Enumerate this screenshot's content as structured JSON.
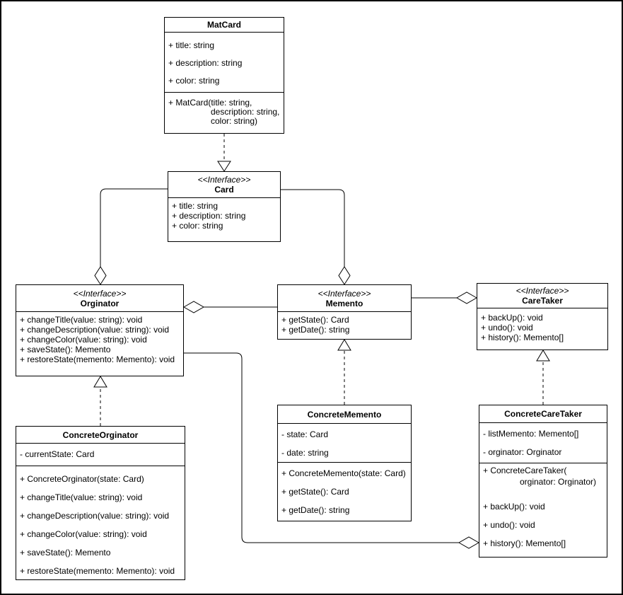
{
  "diagram": {
    "kind": "uml-class-diagram",
    "pattern": "Memento",
    "colors": {
      "stroke": "#000000",
      "fill": "#ffffff",
      "text": "#000000"
    },
    "classes": {
      "matcard": {
        "name": "MatCard",
        "attributes": [
          "+ title: string",
          "+ description: string",
          "+ color: string"
        ],
        "methods": [
          "+ MatCard(title: string,",
          "description: string,",
          "color: string)"
        ]
      },
      "card": {
        "stereotype": "<<Interface>>",
        "name": "Card",
        "attributes": [
          "+ title: string",
          "+ description: string",
          "+ color: string"
        ]
      },
      "orginator": {
        "stereotype": "<<Interface>>",
        "name": "Orginator",
        "methods": [
          "+ changeTitle(value: string): void",
          "+ changeDescription(value: string): void",
          "+ changeColor(value: string): void",
          "+ saveState(): Memento",
          "+ restoreState(memento: Memento): void"
        ]
      },
      "memento": {
        "stereotype": "<<Interface>>",
        "name": "Memento",
        "methods": [
          "+ getState(): Card",
          "+ getDate(): string"
        ]
      },
      "caretaker": {
        "stereotype": "<<Interface>>",
        "name": "CareTaker",
        "methods": [
          "+ backUp(): void",
          "+ undo(): void",
          "+ history(): Memento[]"
        ]
      },
      "concrete_orginator": {
        "name": "ConcreteOrginator",
        "attributes": [
          "- currentState: Card"
        ],
        "methods": [
          "+ ConcreteOrginator(state: Card)",
          "+ changeTitle(value: string): void",
          "+ changeDescription(value: string): void",
          "+ changeColor(value: string): void",
          "+ saveState(): Memento",
          "+ restoreState(memento: Memento): void"
        ]
      },
      "concrete_memento": {
        "name": "ConcreteMemento",
        "attributes": [
          "- state: Card",
          "- date: string"
        ],
        "methods": [
          "+ ConcreteMemento(state: Card)",
          "+ getState(): Card",
          "+ getDate(): string"
        ]
      },
      "concrete_caretaker": {
        "name": "ConcreteCareTaker",
        "attributes": [
          "- listMemento: Memento[]",
          "- orginator: Orginator"
        ],
        "methods": [
          "+ ConcreteCareTaker(",
          "orginator: Orginator)",
          "+ backUp(): void",
          "+ undo(): void",
          "+ history(): Memento[]"
        ]
      }
    },
    "relationships": [
      {
        "from": "MatCard",
        "to": "Card",
        "type": "realization"
      },
      {
        "from": "Card",
        "to": "Orginator",
        "type": "aggregation"
      },
      {
        "from": "Card",
        "to": "Memento",
        "type": "aggregation"
      },
      {
        "from": "Memento",
        "to": "Orginator",
        "type": "aggregation"
      },
      {
        "from": "Memento",
        "to": "CareTaker",
        "type": "aggregation"
      },
      {
        "from": "Orginator",
        "to": "ConcreteCareTaker",
        "type": "aggregation"
      },
      {
        "from": "ConcreteOrginator",
        "to": "Orginator",
        "type": "realization"
      },
      {
        "from": "ConcreteMemento",
        "to": "Memento",
        "type": "realization"
      },
      {
        "from": "ConcreteCareTaker",
        "to": "CareTaker",
        "type": "realization"
      }
    ]
  }
}
